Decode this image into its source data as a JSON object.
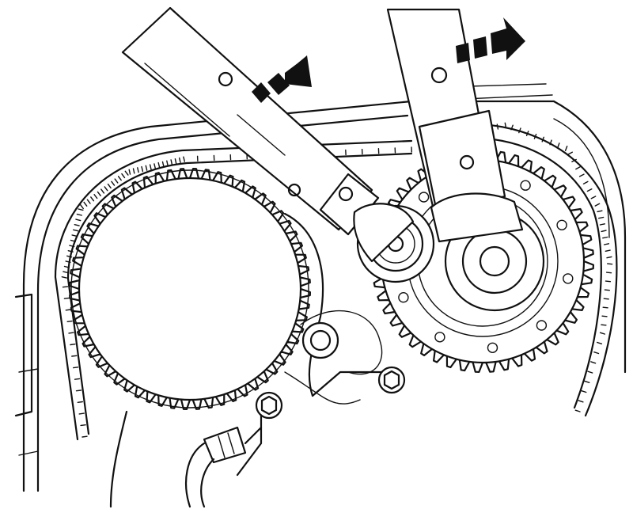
{
  "figure": {
    "palette": {
      "ink": "#111111",
      "paper": "#ffffff"
    },
    "arrows": [
      {
        "name": "left-wrench-direction-arrow",
        "icon": "hatched-arrow-right"
      },
      {
        "name": "right-wrench-direction-arrow",
        "icon": "hatched-arrow-right"
      }
    ],
    "sprocket_teeth": {
      "crank": 60,
      "camshaft": 48
    }
  }
}
